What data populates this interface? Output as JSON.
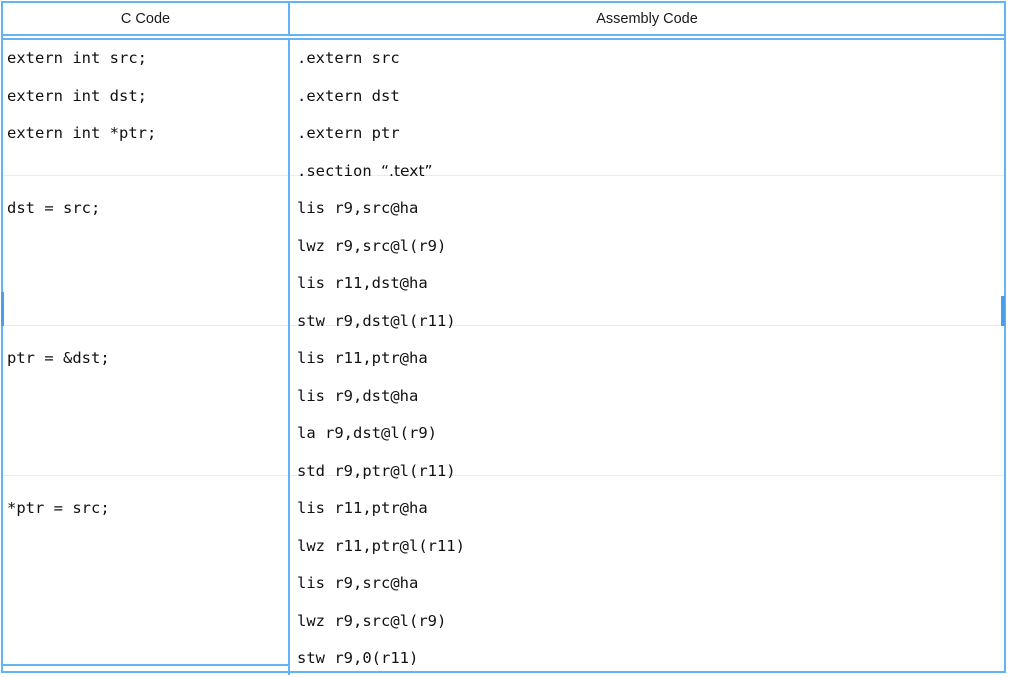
{
  "table": {
    "headers": {
      "c_code": "C Code",
      "assembly_code": "Assembly Code"
    },
    "border_color": "#63b4f6",
    "separator_color": "#dfeefb",
    "text_color": "#111111",
    "rows": [
      {
        "c_lines": [
          "extern int src;",
          "extern int dst;",
          "extern int *ptr;",
          ""
        ],
        "asm_lines": [
          ".extern src",
          ".extern dst",
          ".extern ptr",
          ".section “.text”"
        ]
      },
      {
        "c_lines": [
          "dst = src;",
          "",
          "",
          ""
        ],
        "asm_lines": [
          "lis r9,src@ha",
          "lwz r9,src@l(r9)",
          "lis r11,dst@ha",
          "stw r9,dst@l(r11)"
        ]
      },
      {
        "c_lines": [
          "ptr = &dst;",
          "",
          "",
          ""
        ],
        "asm_lines": [
          "lis r11,ptr@ha",
          "lis r9,dst@ha",
          "la r9,dst@l(r9)",
          "std r9,ptr@l(r11)"
        ]
      },
      {
        "c_lines": [
          "*ptr = src;",
          "",
          "",
          "",
          ""
        ],
        "asm_lines": [
          "lis r11,ptr@ha",
          "lwz r11,ptr@l(r11)",
          "lis r9,src@ha",
          "lwz r9,src@l(r9)",
          "stw r9,0(r11)"
        ]
      }
    ]
  }
}
